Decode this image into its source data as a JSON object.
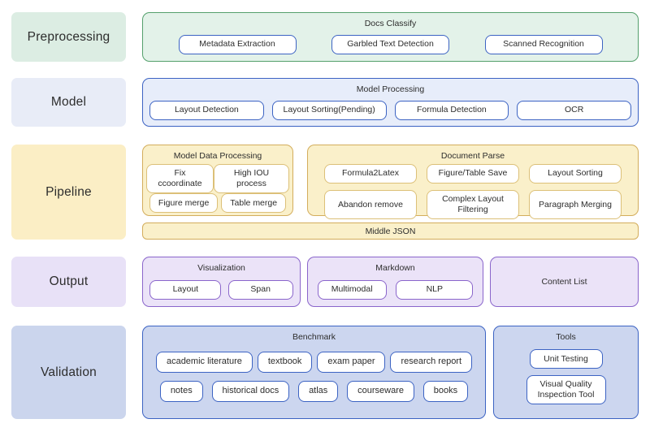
{
  "palette": {
    "green_container_bg": "#e3f2e9",
    "green_border": "#54a06c",
    "green_label_bg": "#dcede3",
    "blue_container_bg": "#e7edfa",
    "blue_border": "#3c63c3",
    "blue_label_bg": "#e8ecf7",
    "yellow_container_bg": "#faf0ca",
    "yellow_border": "#d3ad5c",
    "yellow_chip_border": "#dcc078",
    "yellow_label_bg": "#fbeec5",
    "purple_container_bg": "#ebe3f8",
    "purple_border": "#8a65cb",
    "purple_label_bg": "#e8e1f7",
    "periwinkle_container_bg": "#ccd6ef",
    "periwinkle_label_bg": "#cbd5ed",
    "chip_bg": "#ffffff",
    "text": "#2d2d2d"
  },
  "rows": [
    {
      "label": "Preprocessing",
      "groups": [
        {
          "title": "Docs Classify",
          "items": [
            "Metadata Extraction",
            "Garbled Text Detection",
            "Scanned Recognition"
          ]
        }
      ]
    },
    {
      "label": "Model",
      "groups": [
        {
          "title": "Model Processing",
          "items": [
            "Layout Detection",
            "Layout Sorting(Pending)",
            "Formula Detection",
            "OCR"
          ]
        }
      ]
    },
    {
      "label": "Pipeline",
      "groups": [
        {
          "title": "Model Data Processing",
          "items": [
            "Fix ccoordinate",
            "High IOU process",
            "Figure merge",
            "Table merge"
          ]
        },
        {
          "title": "Document Parse",
          "items": [
            "Formula2Latex",
            "Figure/Table Save",
            "Layout Sorting",
            "Abandon remove",
            "Complex Layout Filtering",
            "Paragraph Merging"
          ]
        }
      ],
      "bar": "Middle JSON"
    },
    {
      "label": "Output",
      "groups": [
        {
          "title": "Visualization",
          "items": [
            "Layout",
            "Span"
          ]
        },
        {
          "title": "Markdown",
          "items": [
            "Multimodal",
            "NLP"
          ]
        },
        {
          "title": "Content List",
          "items": []
        }
      ]
    },
    {
      "label": "Validation",
      "groups": [
        {
          "title": "Benchmark",
          "items": [
            "academic literature",
            "textbook",
            "exam paper",
            "research report",
            "notes",
            "historical docs",
            "atlas",
            "courseware",
            "books"
          ]
        },
        {
          "title": "Tools",
          "items": [
            "Unit Testing",
            "Visual Quality Inspection Tool"
          ]
        }
      ]
    }
  ]
}
